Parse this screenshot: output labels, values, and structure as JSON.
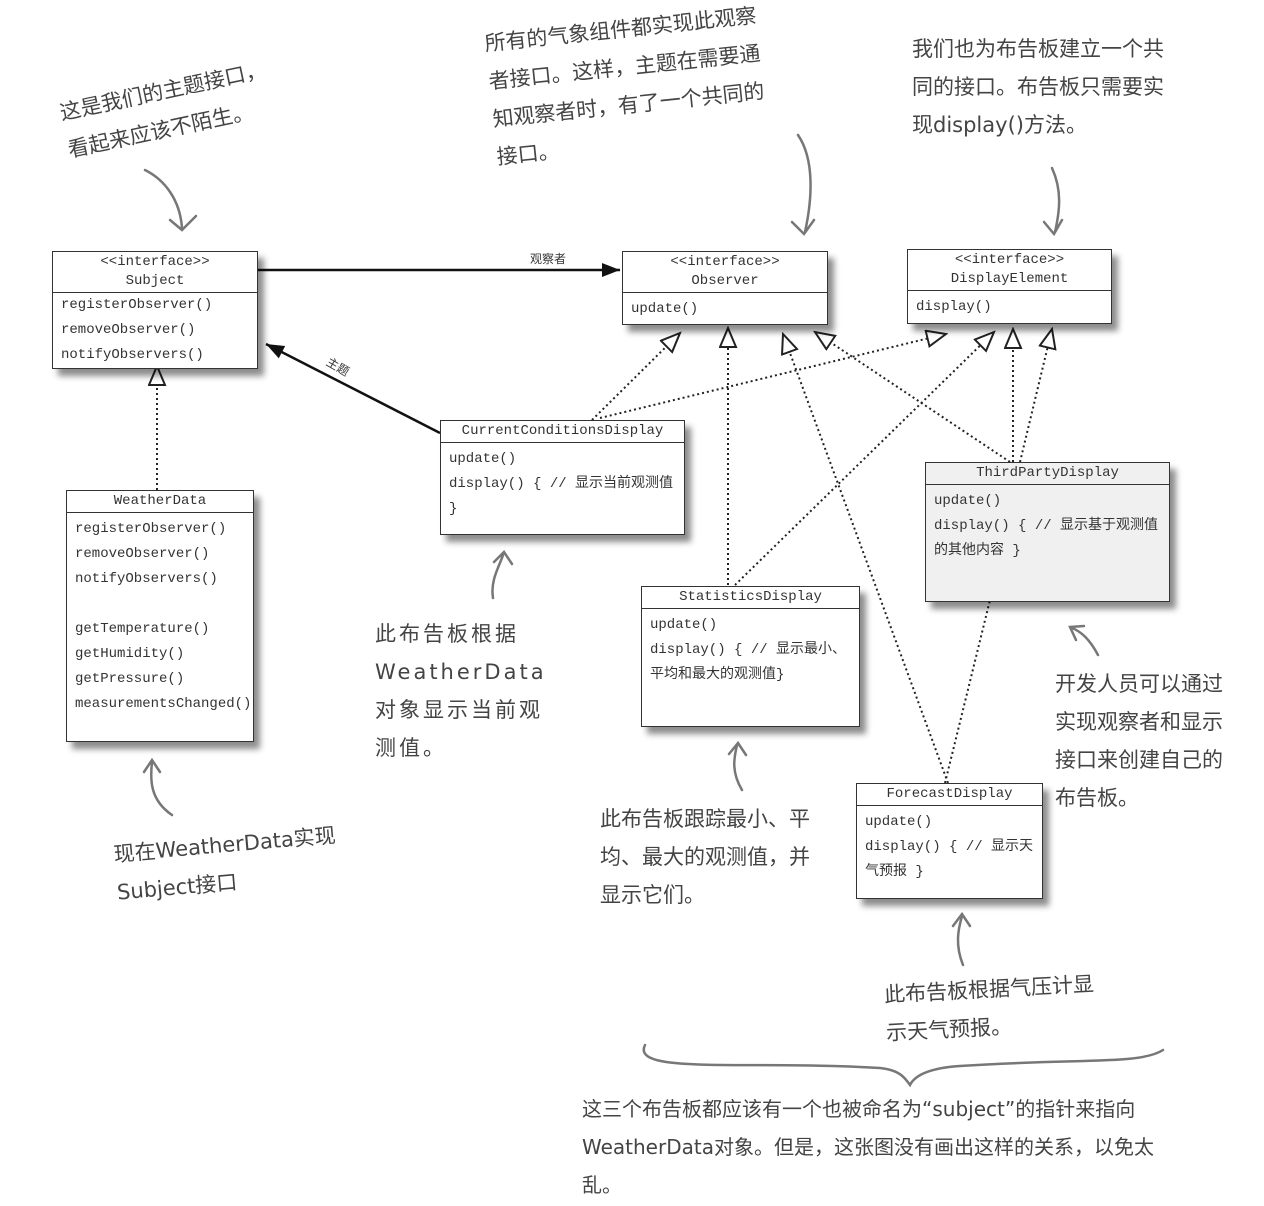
{
  "classes": {
    "subject": {
      "stereotype": "<<interface>>",
      "name": "Subject",
      "methods": [
        "registerObserver()",
        "removeObserver()",
        "notifyObservers()"
      ]
    },
    "observer": {
      "stereotype": "<<interface>>",
      "name": "Observer",
      "methods": [
        "update()"
      ]
    },
    "display_element": {
      "stereotype": "<<interface>>",
      "name": "DisplayElement",
      "methods": [
        "display()"
      ]
    },
    "weather_data": {
      "name": "WeatherData",
      "methods": [
        "registerObserver()",
        "removeObserver()",
        "notifyObservers()",
        "getTemperature()",
        "getHumidity()",
        "getPressure()",
        "measurementsChanged()"
      ]
    },
    "current_conditions": {
      "name": "CurrentConditionsDisplay",
      "methods": [
        "update()",
        "display() { // 显示当前观测值 }"
      ]
    },
    "statistics": {
      "name": "StatisticsDisplay",
      "methods": [
        "update()",
        "display() { // 显示最小、平均和最大的观测值}"
      ]
    },
    "third_party": {
      "name": "ThirdPartyDisplay",
      "methods": [
        "update()",
        "display() { // 显示基于观测值的其他内容 }"
      ]
    },
    "forecast": {
      "name": "ForecastDisplay",
      "methods": [
        "update()",
        "display() { // 显示天气预报 }"
      ]
    }
  },
  "relations": {
    "observers_label": "观察者",
    "subject_label": "主题"
  },
  "notes": {
    "subject_note": "这是我们的主题接口，看起来应该不陌生。",
    "observer_note": "所有的气象组件都实现此观察者接口。这样，主题在需要通知观察者时，有了一个共同的接口。",
    "display_note": "我们也为布告板建立一个共同的接口。布告板只需要实现display()方法。",
    "weatherdata_note": "现在WeatherData实现Subject接口",
    "current_note": "此布告板根据WeatherData对象显示当前观测值。",
    "statistics_note": "此布告板跟踪最小、平均、最大的观测值，并显示它们。",
    "thirdparty_note": "开发人员可以通过实现观察者和显示接口来创建自己的布告板。",
    "forecast_note": "此布告板根据气压计显示天气预报。",
    "bottom_note": "这三个布告板都应该有一个也被命名为“subject”的指针来指向WeatherData对象。但是，这张图没有画出这样的关系，以免太乱。"
  }
}
